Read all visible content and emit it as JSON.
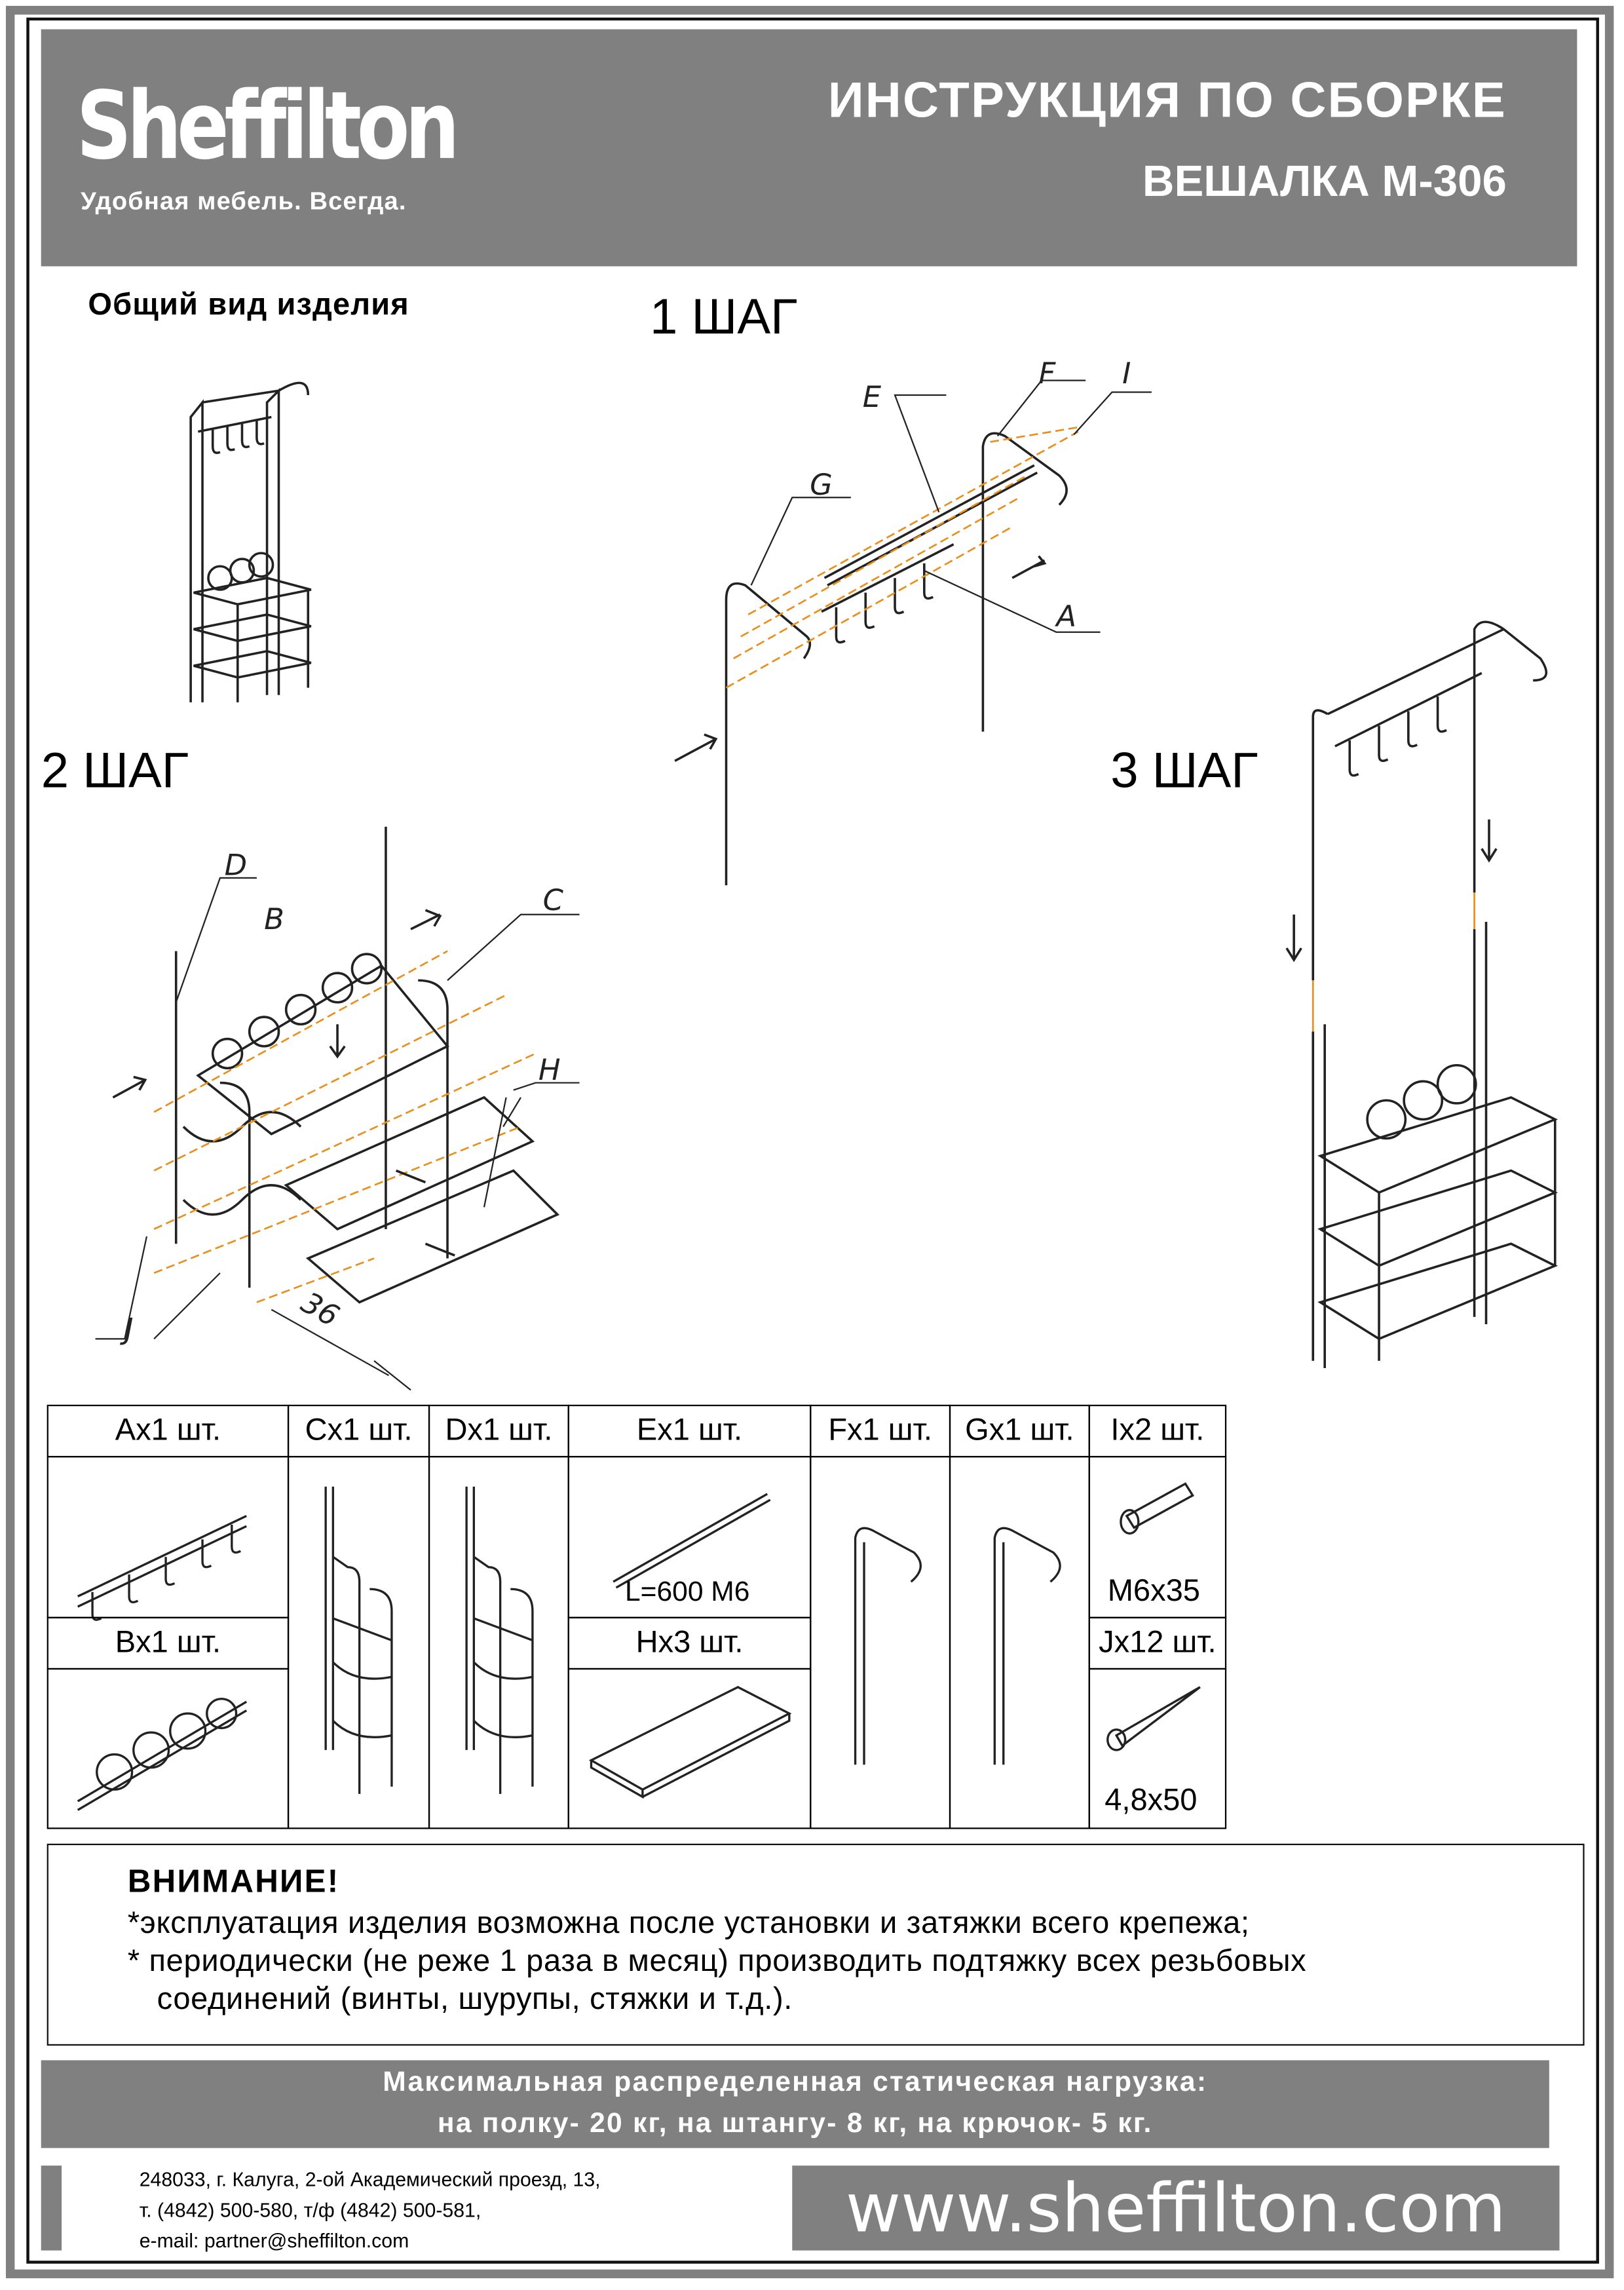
{
  "header": {
    "logo": "Sheffilton",
    "tagline": "Удобная мебель. Всегда.",
    "title": "ИНСТРУКЦИЯ ПО СБОРКЕ",
    "subtitle": "ВЕШАЛКА М-306"
  },
  "overview": {
    "title": "Общий вид изделия"
  },
  "steps": [
    {
      "label": "1 ШАГ",
      "callouts": [
        "E",
        "F",
        "I",
        "G",
        "A"
      ]
    },
    {
      "label": "2 ШАГ",
      "callouts": [
        "D",
        "B",
        "C",
        "H",
        "J"
      ],
      "dimension": "36"
    },
    {
      "label": "3 ШАГ"
    }
  ],
  "colors": {
    "gray": "#808080",
    "orange": "#e8901e"
  },
  "parts": [
    {
      "label": "Ax1 шт."
    },
    {
      "label": "Bx1 шт."
    },
    {
      "label": "Cx1 шт."
    },
    {
      "label": "Dx1 шт."
    },
    {
      "label": "Ex1 шт.",
      "note": "L=600 M6"
    },
    {
      "label": "Hx3 шт."
    },
    {
      "label": "Fx1 шт."
    },
    {
      "label": "Gx1 шт."
    },
    {
      "label": "Ix2 шт.",
      "note": "M6x35"
    },
    {
      "label": "Jx12 шт.",
      "note": "4,8x50"
    }
  ],
  "warning": {
    "title": "ВНИМАНИЕ!",
    "lines": [
      "*эксплуатация изделия возможна после установки и затяжки всего крепежа;",
      "* периодически (не реже 1 раза в месяц) производить подтяжку всех резьбовых",
      "соединений (винты, шурупы, стяжки и т.д.)."
    ]
  },
  "load": {
    "line1": "Максимальная распределенная статическая нагрузка:",
    "line2": "на полку- 20 кг, на штангу- 8 кг, на крючок- 5 кг."
  },
  "footer": {
    "address": "248033, г. Калуга, 2-ой Академический проезд, 13,",
    "phone": "т. (4842) 500-580, т/ф (4842) 500-581,",
    "email": "e-mail: partner@sheffilton.com",
    "website": "www.sheffilton.com"
  }
}
